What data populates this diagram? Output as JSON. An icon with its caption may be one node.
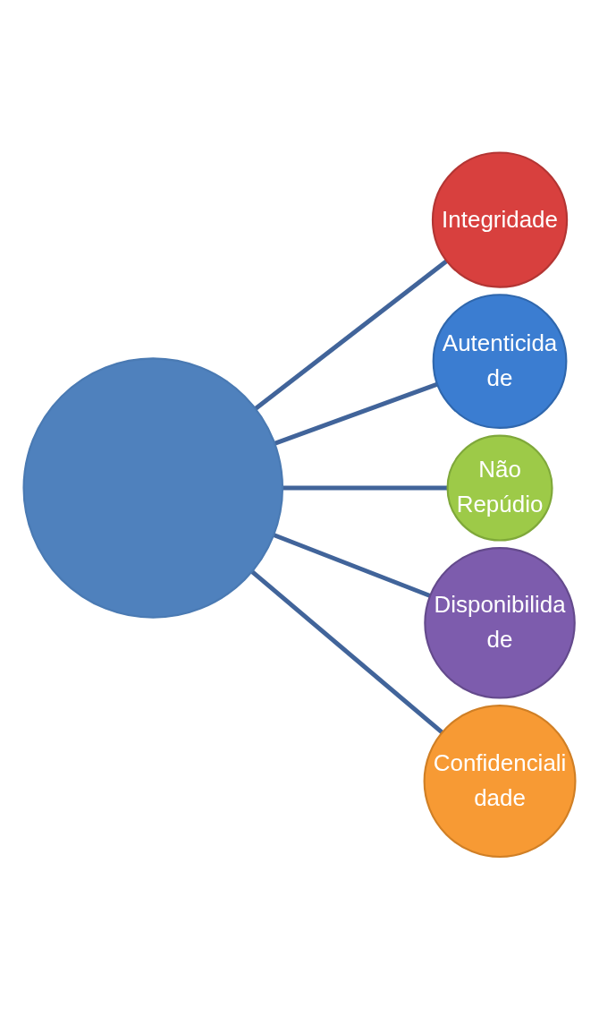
{
  "diagram": {
    "nodes": [
      {
        "text": [],
        "shape": "circle"
      },
      {
        "text": [
          "Integridade"
        ]
      },
      {
        "text": [
          "Autenticida de"
        ]
      },
      {
        "text": [
          "Não Repúdio"
        ]
      },
      {
        "text": [
          "Disponibilida de"
        ]
      },
      {
        "text": [
          "Confidenciali dade"
        ]
      }
    ],
    "edges": [
      {
        "from": 0,
        "to": 1,
        "arrow": "none"
      },
      {
        "from": 0,
        "to": 2,
        "arrow": "none"
      },
      {
        "from": 0,
        "to": 3,
        "arrow": "none"
      },
      {
        "from": 0,
        "to": 4,
        "arrow": "none"
      },
      {
        "from": 0,
        "to": 5,
        "arrow": "none"
      }
    ]
  }
}
